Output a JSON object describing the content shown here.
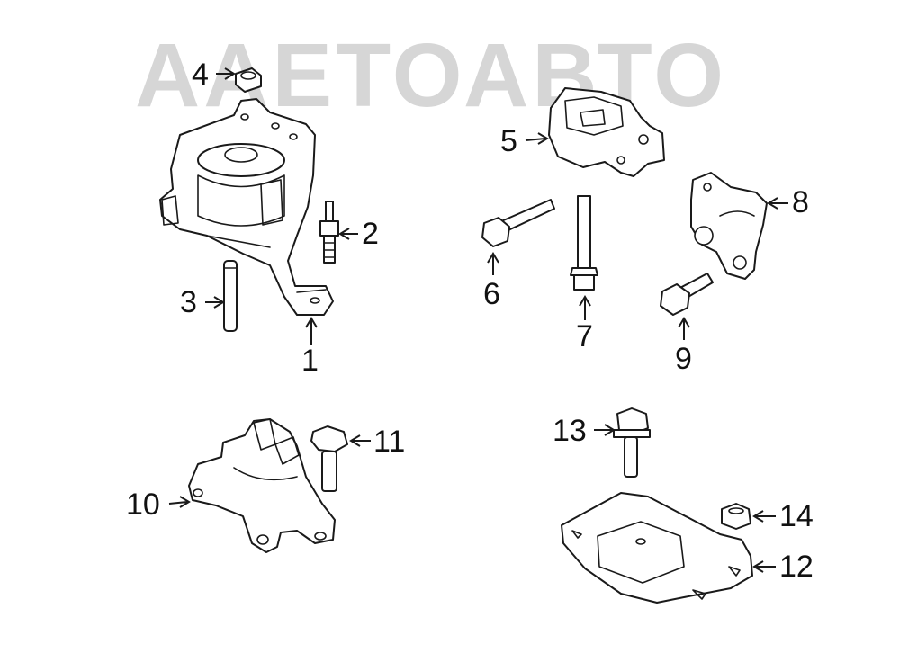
{
  "watermark": {
    "text": "ААЕТОАВТО",
    "color": "#d6d6d6"
  },
  "callouts": [
    {
      "id": "1",
      "label": "1"
    },
    {
      "id": "2",
      "label": "2"
    },
    {
      "id": "3",
      "label": "3"
    },
    {
      "id": "4",
      "label": "4"
    },
    {
      "id": "5",
      "label": "5"
    },
    {
      "id": "6",
      "label": "6"
    },
    {
      "id": "7",
      "label": "7"
    },
    {
      "id": "8",
      "label": "8"
    },
    {
      "id": "9",
      "label": "9"
    },
    {
      "id": "10",
      "label": "10"
    },
    {
      "id": "11",
      "label": "11"
    },
    {
      "id": "12",
      "label": "12"
    },
    {
      "id": "13",
      "label": "13"
    },
    {
      "id": "14",
      "label": "14"
    }
  ],
  "colors": {
    "line": "#1a1a1a",
    "background": "#ffffff",
    "watermark": "#d6d6d6"
  }
}
